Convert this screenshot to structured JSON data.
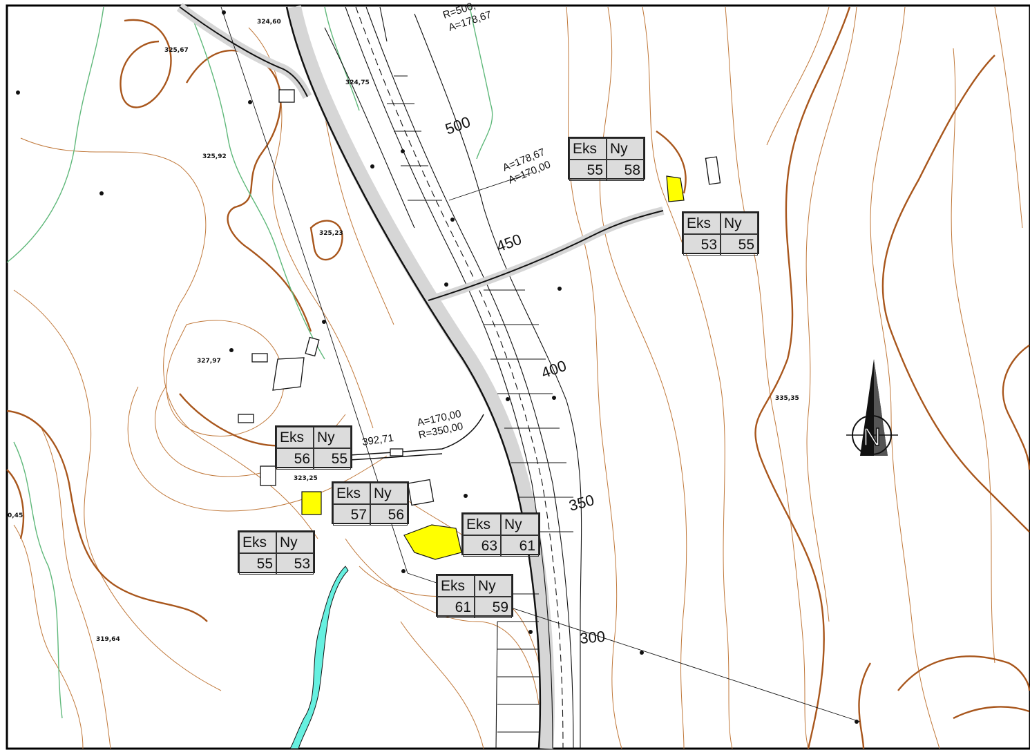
{
  "noise_tables": [
    {
      "header_a": "Eks",
      "header_b": "Ny",
      "eks": "55",
      "ny": "58"
    },
    {
      "header_a": "Eks",
      "header_b": "Ny",
      "eks": "53",
      "ny": "55"
    },
    {
      "header_a": "Eks",
      "header_b": "Ny",
      "eks": "56",
      "ny": "55"
    },
    {
      "header_a": "Eks",
      "header_b": "Ny",
      "eks": "57",
      "ny": "56"
    },
    {
      "header_a": "Eks",
      "header_b": "Ny",
      "eks": "63",
      "ny": "61"
    },
    {
      "header_a": "Eks",
      "header_b": "Ny",
      "eks": "55",
      "ny": "53"
    },
    {
      "header_a": "Eks",
      "header_b": "Ny",
      "eks": "61",
      "ny": "59"
    }
  ],
  "spot_heights": [
    "324,60",
    "325,67",
    "324,75",
    "325,92",
    "325,23",
    "327,97",
    "323,25",
    "319,64",
    "335,35",
    "0,45"
  ],
  "chainage": [
    "500",
    "450",
    "400",
    "350",
    "300"
  ],
  "curve_labels": {
    "c1a": "R=500,",
    "c1b": "A=178,67",
    "c2a": "A=178,67",
    "c2b": "A=170,00",
    "c3a": "A=170,00",
    "c3b": "R=350,00",
    "c3c": "392,71"
  },
  "compass": {
    "label": "N"
  },
  "colors": {
    "contour": "#b5651d",
    "index_contour": "#a0521a",
    "green": "#5fb87a",
    "road": "#d6d6d6",
    "building": "#ffff00",
    "stream": "#66f0e0"
  }
}
